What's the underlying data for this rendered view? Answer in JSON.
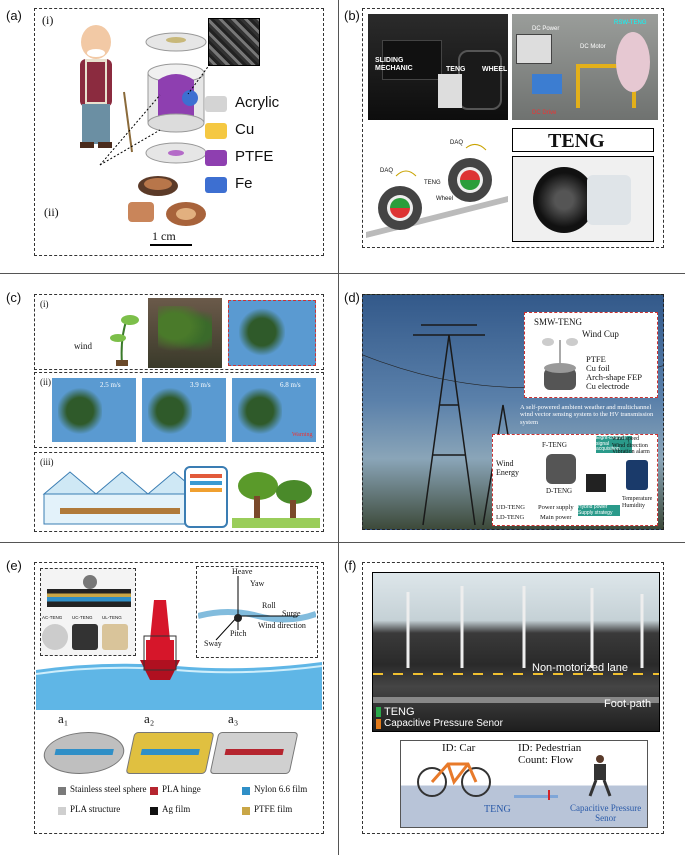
{
  "panel_a": {
    "label": "(a)",
    "sub_i": "(i)",
    "sub_ii": "(ii)",
    "legend": [
      {
        "name": "Acrylic",
        "color": "#d4d4d4"
      },
      {
        "name": "Cu",
        "color": "#f5c842"
      },
      {
        "name": "PTFE",
        "color": "#8e3fb0"
      },
      {
        "name": "Fe",
        "color": "#3d6fd1"
      }
    ],
    "scale": "1 cm"
  },
  "panel_b": {
    "label": "(b)",
    "photo1": {
      "sliding": "SLIDING\nMECHANIC",
      "teng": "TENG",
      "wheel": "WHEEL"
    },
    "photo2": {
      "dc_power": "DC Power",
      "rsw": "RSW-TENG",
      "dc_motor": "DC Motor",
      "dc_drive": "DC Drive"
    },
    "diagram": {
      "daq1": "DAQ",
      "daq2": "DAQ",
      "teng": "TENG",
      "wheel": "Wheel"
    },
    "teng_title": "TENG"
  },
  "panel_c": {
    "label": "(c)",
    "sub_i": "(i)",
    "sub_ii": "(ii)",
    "sub_iii": "(iii)",
    "wind": "wind",
    "speeds": [
      "2.5 m/s",
      "3.9 m/s",
      "6.8 m/s"
    ],
    "warning": "Warning"
  },
  "panel_d": {
    "label": "(d)",
    "smw": "SMW-TENG",
    "wind_cup": "Wind Cup",
    "materials": [
      "PTFE",
      "Cu foil",
      "Arch-shape FEP",
      "Cu electrode"
    ],
    "caption": "A self-powered ambient weather and multichannel wind vector sensing system to the HV transmission system",
    "system": {
      "wind_energy": "Wind\nEnergy",
      "f_teng": "F-TENG",
      "d_teng": "D-TENG",
      "eight_channel": "Eight-channel signal acquisition",
      "outputs": "wind speed\nWind direction\nVibration alarm",
      "temp": "Temperature\nHumidity",
      "ud": "UD-TENG",
      "ld": "LD-TENG",
      "power_supply": "Power supply",
      "main_power": "Main power",
      "hybrid": "Hybrid power Supply strategy"
    }
  },
  "panel_e": {
    "label": "(e)",
    "inset_labels": [
      "AC-TENG",
      "UC-TENG",
      "UL-TENG"
    ],
    "motion": {
      "heave": "Heave",
      "yaw": "Yaw",
      "roll": "Roll",
      "surge": "Surge",
      "wind": "Wind direction",
      "pitch": "Pitch",
      "sway": "Sway"
    },
    "subs": [
      "a₁",
      "a₂",
      "a₃"
    ],
    "legend": [
      {
        "name": "Stainless steel sphere",
        "color": "#7a7a7a"
      },
      {
        "name": "PLA hinge",
        "color": "#b5252f"
      },
      {
        "name": "Nylon 6.6 film",
        "color": "#2f8fc7"
      },
      {
        "name": "PLA structure",
        "color": "#cfcfcf"
      },
      {
        "name": "Ag film",
        "color": "#111111"
      },
      {
        "name": "PTFE film",
        "color": "#c9a646"
      }
    ]
  },
  "panel_f": {
    "label": "(f)",
    "nonmotor": "Non-motorized lane",
    "footpath": "Foot-path",
    "teng": "TENG",
    "cap_legend": "Capacitive Pressure Senor",
    "id_car": "ID: Car",
    "id_ped": "ID: Pedestrian\nCount: Flow",
    "teng2": "TENG",
    "cap2": "Capacitive Pressure\nSenor"
  }
}
